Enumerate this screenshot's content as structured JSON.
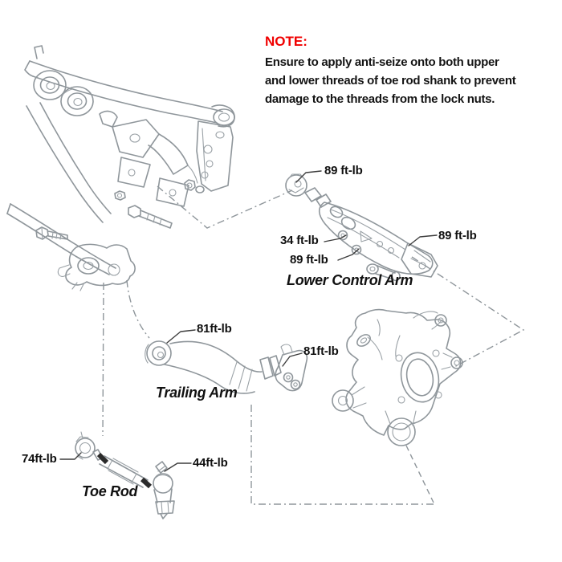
{
  "note": {
    "title": "NOTE:",
    "lines": [
      "Ensure to apply anti-seize onto both upper",
      "and lower threads of toe rod shank to prevent",
      "damage to the threads from the lock nuts."
    ]
  },
  "torque_labels": [
    {
      "id": "lca-front-bushing",
      "text": "89 ft-lb"
    },
    {
      "id": "lca-adjust-bolt",
      "text": "34 ft-lb"
    },
    {
      "id": "lca-lower-bolt",
      "text": "89 ft-lb"
    },
    {
      "id": "lca-rear-mount",
      "text": "89 ft-lb"
    },
    {
      "id": "trailing-arm-front",
      "text": "81ft-lb"
    },
    {
      "id": "trailing-arm-rear",
      "text": "81ft-lb"
    },
    {
      "id": "toe-rod-inner",
      "text": "74ft-lb"
    },
    {
      "id": "toe-rod-outer",
      "text": "44ft-lb"
    }
  ],
  "part_labels": [
    {
      "id": "lower-control-arm",
      "text": "Lower Control Arm"
    },
    {
      "id": "trailing-arm",
      "text": "Trailing Arm"
    },
    {
      "id": "toe-rod",
      "text": "Toe Rod"
    }
  ],
  "colors": {
    "note_title": "#f00000",
    "label_text": "#111111",
    "line_art": "#8f969b"
  }
}
